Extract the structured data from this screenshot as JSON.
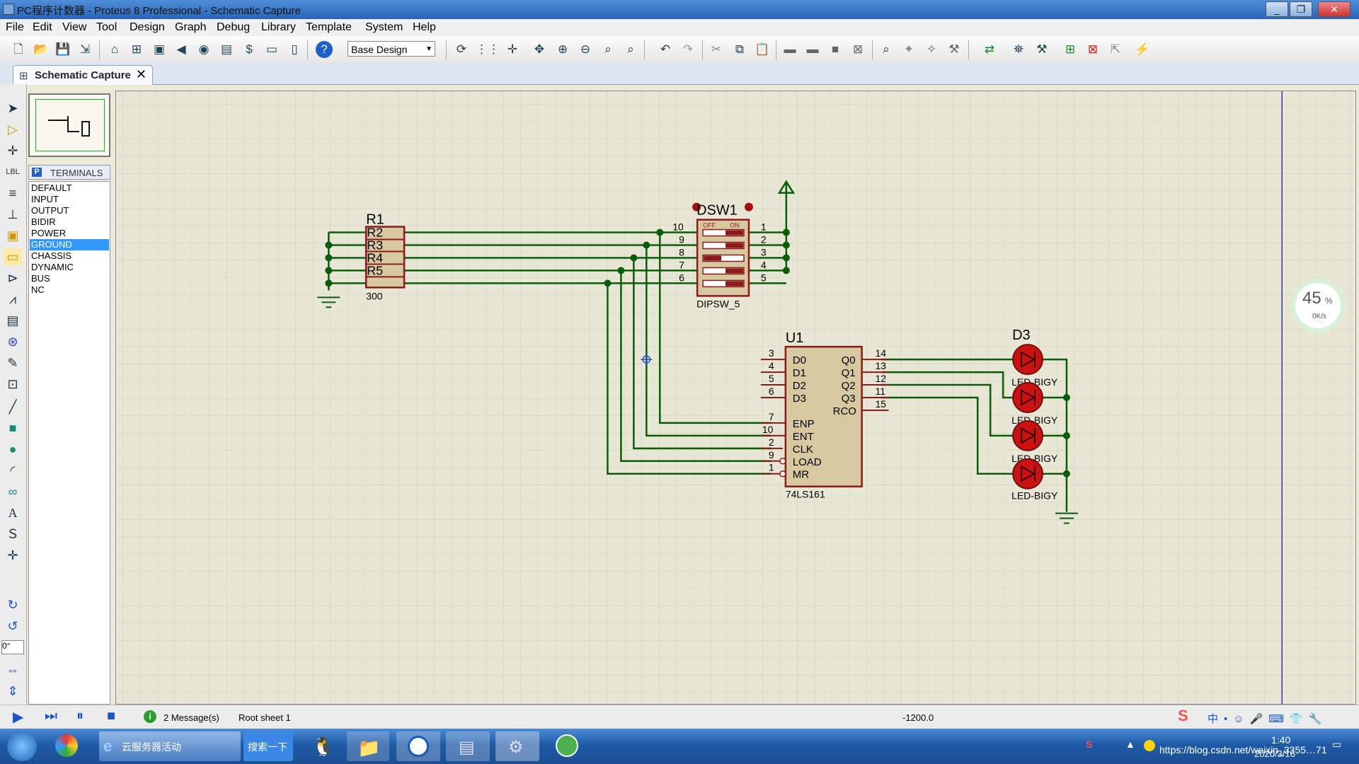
{
  "window": {
    "title": "PC程序计数器 - Proteus 8 Professional - Schematic Capture"
  },
  "menu": [
    "File",
    "Edit",
    "View",
    "Tool",
    "Design",
    "Graph",
    "Debug",
    "Library",
    "Template",
    "System",
    "Help"
  ],
  "toolbar": {
    "design_select": "Base Design"
  },
  "tab": {
    "label": "Schematic Capture"
  },
  "panel": {
    "header": "TERMINALS",
    "mode_button": "P",
    "items": [
      "DEFAULT",
      "INPUT",
      "OUTPUT",
      "BIDIR",
      "POWER",
      "GROUND",
      "CHASSIS",
      "DYNAMIC",
      "BUS",
      "NC"
    ],
    "selected_index": 5
  },
  "rotation": "0°",
  "schematic": {
    "resistor_pack": {
      "ref": "R1",
      "parts": [
        "R2",
        "R3",
        "R4",
        "R5"
      ],
      "value": "300"
    },
    "dipswitch": {
      "ref": "DSW1",
      "type": "DIPSW_5",
      "off_label": "OFF",
      "on_label": "ON",
      "left_pins": [
        "10",
        "9",
        "8",
        "7",
        "6"
      ],
      "right_pins": [
        "1",
        "2",
        "3",
        "4",
        "5"
      ]
    },
    "counter": {
      "ref": "U1",
      "type": "74LS161",
      "left_pins": [
        {
          "num": "3",
          "name": "D0"
        },
        {
          "num": "4",
          "name": "D1"
        },
        {
          "num": "5",
          "name": "D2"
        },
        {
          "num": "6",
          "name": "D3"
        },
        {
          "num": "7",
          "name": "ENP"
        },
        {
          "num": "10",
          "name": "ENT"
        },
        {
          "num": "2",
          "name": "CLK"
        },
        {
          "num": "9",
          "name": "LOAD"
        },
        {
          "num": "1",
          "name": "MR"
        }
      ],
      "right_pins": [
        {
          "num": "14",
          "name": "Q0"
        },
        {
          "num": "13",
          "name": "Q1"
        },
        {
          "num": "12",
          "name": "Q2"
        },
        {
          "num": "11",
          "name": "Q3"
        },
        {
          "num": "15",
          "name": "RCO"
        }
      ]
    },
    "leds": {
      "ref": "D3",
      "type_labels": [
        "LED-BIGY",
        "LED-BIGY",
        "LED-BIGY",
        "LED-BIGY"
      ]
    }
  },
  "status": {
    "messages": "2 Message(s)",
    "sheet": "Root sheet 1",
    "coord": "-1200.0"
  },
  "speed_widget": {
    "percent": "45",
    "unit": "%",
    "rate": "0K/s"
  },
  "taskbar": {
    "ie_item": "云服务器活动",
    "search": "搜索一下",
    "time": "1:40",
    "date": "2020/3/16",
    "url_fragment": "https://blog.csdn.net/weixin_3355…71"
  },
  "colors": {
    "wire": "#0a5c0a",
    "component": "#8b1a1a",
    "component_fill": "#d8c8a0",
    "grid_bg": "#e8e6d4",
    "grid_line": "#d2cfbd"
  }
}
